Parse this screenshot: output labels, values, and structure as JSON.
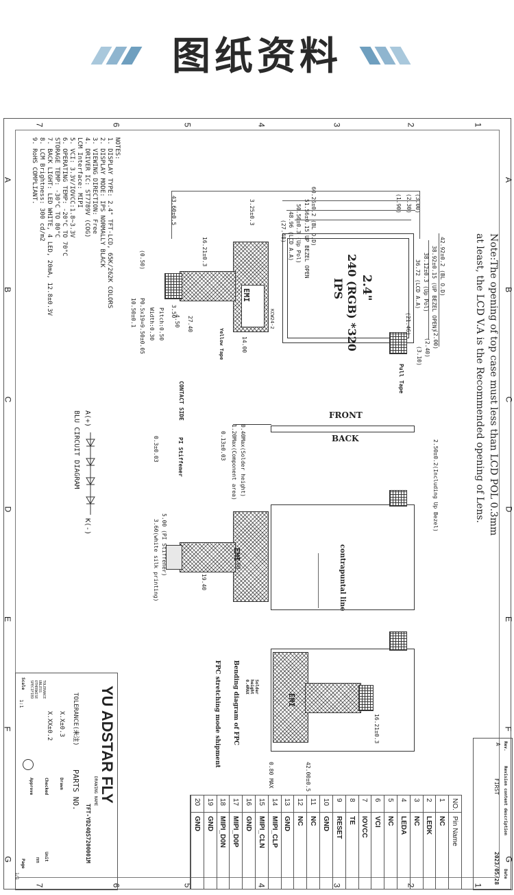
{
  "header": {
    "title": "图纸资料",
    "accent_color": "#7fa9c4"
  },
  "zones": {
    "numbers_top": [
      "7",
      "6",
      "5",
      "4",
      "3",
      "2",
      "1"
    ],
    "numbers_bottom": [
      "7",
      "6",
      "5",
      "4",
      "3",
      "2",
      "1"
    ],
    "letters": [
      "A",
      "B",
      "C",
      "D",
      "E",
      "F",
      "G"
    ]
  },
  "notes": {
    "heading": "NOTES:",
    "lines": [
      "1. DISPLAY TYPE:  2.4\"  TFT-LCD, 65K/262K COLORS",
      "2. DISPLAY MODE: IPS NORMALLY BLACK",
      "3. VIEWING DIRECTION:  Free",
      "4. DRIVER IC: ST7789V  (COG)",
      "   LCM Interface: MIPI",
      "5. VCI: 3.3V/IOVCC:1.8~3.3V",
      "6. OPERATING TEMP: -20°C TO 70°C",
      "   STORAGE TEMP: -30°C TO 80°C",
      "7. BACK LIGHT: LED WHITE, 4 LED, 20mA, 12.8±0.3V",
      "8. LCM Brightness: 300 cd/m2",
      "9. RoHS COMPLIANT."
    ]
  },
  "lens_note": {
    "line1": "Note:The opening of top case must less than LCD POL 0.3mm",
    "line2": "at least, the LCD V.A is the Recommended opening of Lens."
  },
  "front_view": {
    "size_label": "2.4\"",
    "resolution_label": "240 (RGB) *320",
    "tech_label": "IPS",
    "dims_top": [
      "60.26±0.2 (BL O.D)",
      "51.56±0.15 UP BEZEL OPEN",
      "50.56±0.3 (Up Pol)",
      "48.96 (LCD A.A)",
      "(27.48)",
      "(1.90)",
      "(2.30)",
      "(3.00)"
    ],
    "dims_right": [
      "42.92±0.2 (BL O.D)",
      "38.92±0.15 (UP BEZEL OPEN)",
      "38.12±0.3 (Up Pol)",
      "36.72 (LCD A.A)",
      "(21.46)",
      "(2.00)",
      "(2.40)",
      "(3.10)"
    ],
    "dims_fpc": [
      "43.60±0.5",
      "3.25±0.3",
      "16.21±0.3",
      "27.40",
      "4.50",
      "3.50",
      "14.00"
    ],
    "fpc_pin_dims": [
      "(0.50)",
      "Pitch:0.50",
      "Width:0.30",
      "P0.5x19=9.50±0.05",
      "10.50±0.1"
    ],
    "connector_label": "KCW24-2",
    "emi_label": "EMI",
    "yellow_tape": "Yellow Tape",
    "pull_tape": "Pull Tape"
  },
  "side_view": {
    "front": "FRONT",
    "back": "BACK",
    "thickness": "2.50±0.2(Including Up Bezel)",
    "contact_side": "CONTACT SIDE",
    "pi_stiffener": "PI Stiffener",
    "dims": [
      "0.40Max(Solder height)",
      "1.20Max(Component area)",
      "0.13±0.03",
      "0.3±0.03"
    ]
  },
  "blu_circuit": {
    "title": "BLU CIRCUIT DIAGRAM",
    "anode": "A(+)",
    "cathode": "K(-)"
  },
  "back_view": {
    "contrapuntal": "contrapuntal line",
    "emi_label": "EMI",
    "dims": [
      "5.00 (PI Stiffener)",
      "3.60(white silk printing)",
      "19.40",
      "4.00"
    ]
  },
  "bending_view": {
    "title1": "Bending diagram of FPC",
    "title2": "FPC stretching mode shipment",
    "solder": "Solder height 0.4MAX",
    "dims": [
      "16.21±0.3",
      "42.00±0.5",
      "0.80 MAX"
    ],
    "emi_label": "EMI"
  },
  "pin_table": {
    "header_no": "NO.",
    "header_name": "Pin Name",
    "rows": [
      {
        "no": "1",
        "name": "NC"
      },
      {
        "no": "2",
        "name": "LEDK"
      },
      {
        "no": "3",
        "name": "NC"
      },
      {
        "no": "4",
        "name": "LEDA"
      },
      {
        "no": "5",
        "name": "NC"
      },
      {
        "no": "6",
        "name": "VCI"
      },
      {
        "no": "7",
        "name": "IOVCC"
      },
      {
        "no": "8",
        "name": "TE"
      },
      {
        "no": "9",
        "name": "RESET"
      },
      {
        "no": "10",
        "name": "GND"
      },
      {
        "no": "11",
        "name": "NC"
      },
      {
        "no": "12",
        "name": "NC"
      },
      {
        "no": "13",
        "name": "GND"
      },
      {
        "no": "14",
        "name": "MIPI_CLP"
      },
      {
        "no": "15",
        "name": "MIPI_CLN"
      },
      {
        "no": "16",
        "name": "GND"
      },
      {
        "no": "17",
        "name": "MIPI_D0P"
      },
      {
        "no": "18",
        "name": "MIPI_D0N"
      },
      {
        "no": "19",
        "name": "GND"
      },
      {
        "no": "20",
        "name": "GND"
      }
    ]
  },
  "revision": {
    "rev_label": "Rev.",
    "rev_value": "A",
    "desc_label": "Revision content description",
    "desc_value": "FIRST",
    "date_label": "Date",
    "date_value": "2023/05/28"
  },
  "title_block": {
    "company": "YU ADSTAR FLY",
    "tolerance": "TOLERANCE(未注)",
    "tol_x": "X.X±0.3",
    "tol_xx": "X.XX±0.2",
    "tol_label": "TOLERANCE UNLESS OTHERWISE SPECIFIED",
    "parts_no": "PARTS NO.",
    "drawing_name_label": "DRAWING NAME",
    "drawing_name": "TFT-YD24QS7200001M",
    "scale_label": "Scale",
    "scale_value": "1:1",
    "drawn": "Drawn",
    "checked": "Checked",
    "approve": "Approve",
    "unit_label": "Unit",
    "unit_value": "mm",
    "page_label": "Page",
    "page_value": "1/1"
  }
}
